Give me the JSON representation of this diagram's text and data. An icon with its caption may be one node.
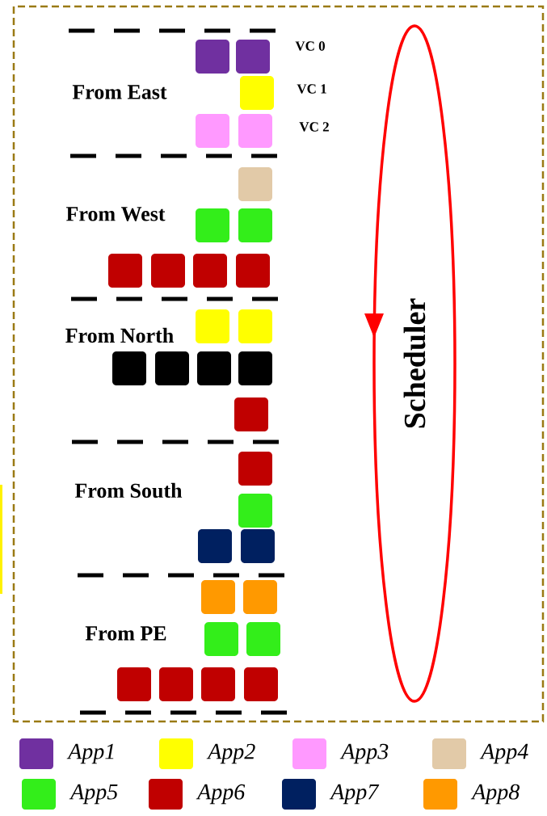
{
  "diagram": {
    "nodes": [
      {
        "text": [
          "Scheduler"
        ]
      }
    ],
    "edges": [],
    "labels": [
      "From East",
      "VC 0",
      "VC 1",
      "VC 2",
      "From West",
      "From North",
      "From South",
      "From PE"
    ],
    "legend": [
      {
        "text": "App1",
        "color": "#7030a0"
      },
      {
        "text": "App2",
        "color": "#ffff00"
      },
      {
        "text": "App3",
        "color": "#ff99ff"
      },
      {
        "text": "App4",
        "color": "#e2caa8"
      },
      {
        "text": "App5",
        "color": "#33ee1a"
      },
      {
        "text": "App6",
        "color": "#c00000"
      },
      {
        "text": "App7",
        "color": "#002060"
      },
      {
        "text": "App8",
        "color": "#ff9900"
      }
    ]
  }
}
